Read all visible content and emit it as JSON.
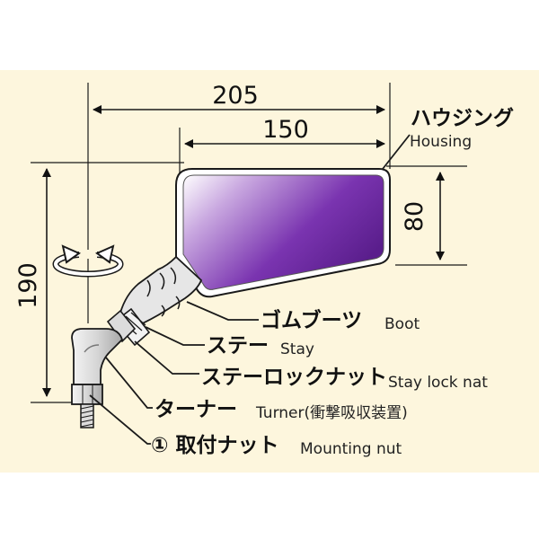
{
  "dimensions": {
    "overall_width": "205",
    "mirror_width": "150",
    "mirror_height": "80",
    "overall_height": "190"
  },
  "labels": {
    "housing_jp": "ハウジング",
    "housing_en": "Housing",
    "boot_jp": "ゴムブーツ",
    "boot_en": "Boot",
    "stay_jp": "ステー",
    "stay_en": "Stay",
    "staylock_jp": "ステーロックナット",
    "staylock_en": "Stay lock nat",
    "turner_jp": "ターナー",
    "turner_en": "Turner(衝撃吸収装置)",
    "mount_jp": "① 取付ナット",
    "mount_en": "Mounting nut"
  },
  "colors": {
    "panel_background": "#fdf6dd",
    "mirror_purple": "#6a2a9a",
    "mirror_highlight": "#ffffff",
    "metal": "#d8d8d8",
    "line": "#1a1a1a"
  }
}
